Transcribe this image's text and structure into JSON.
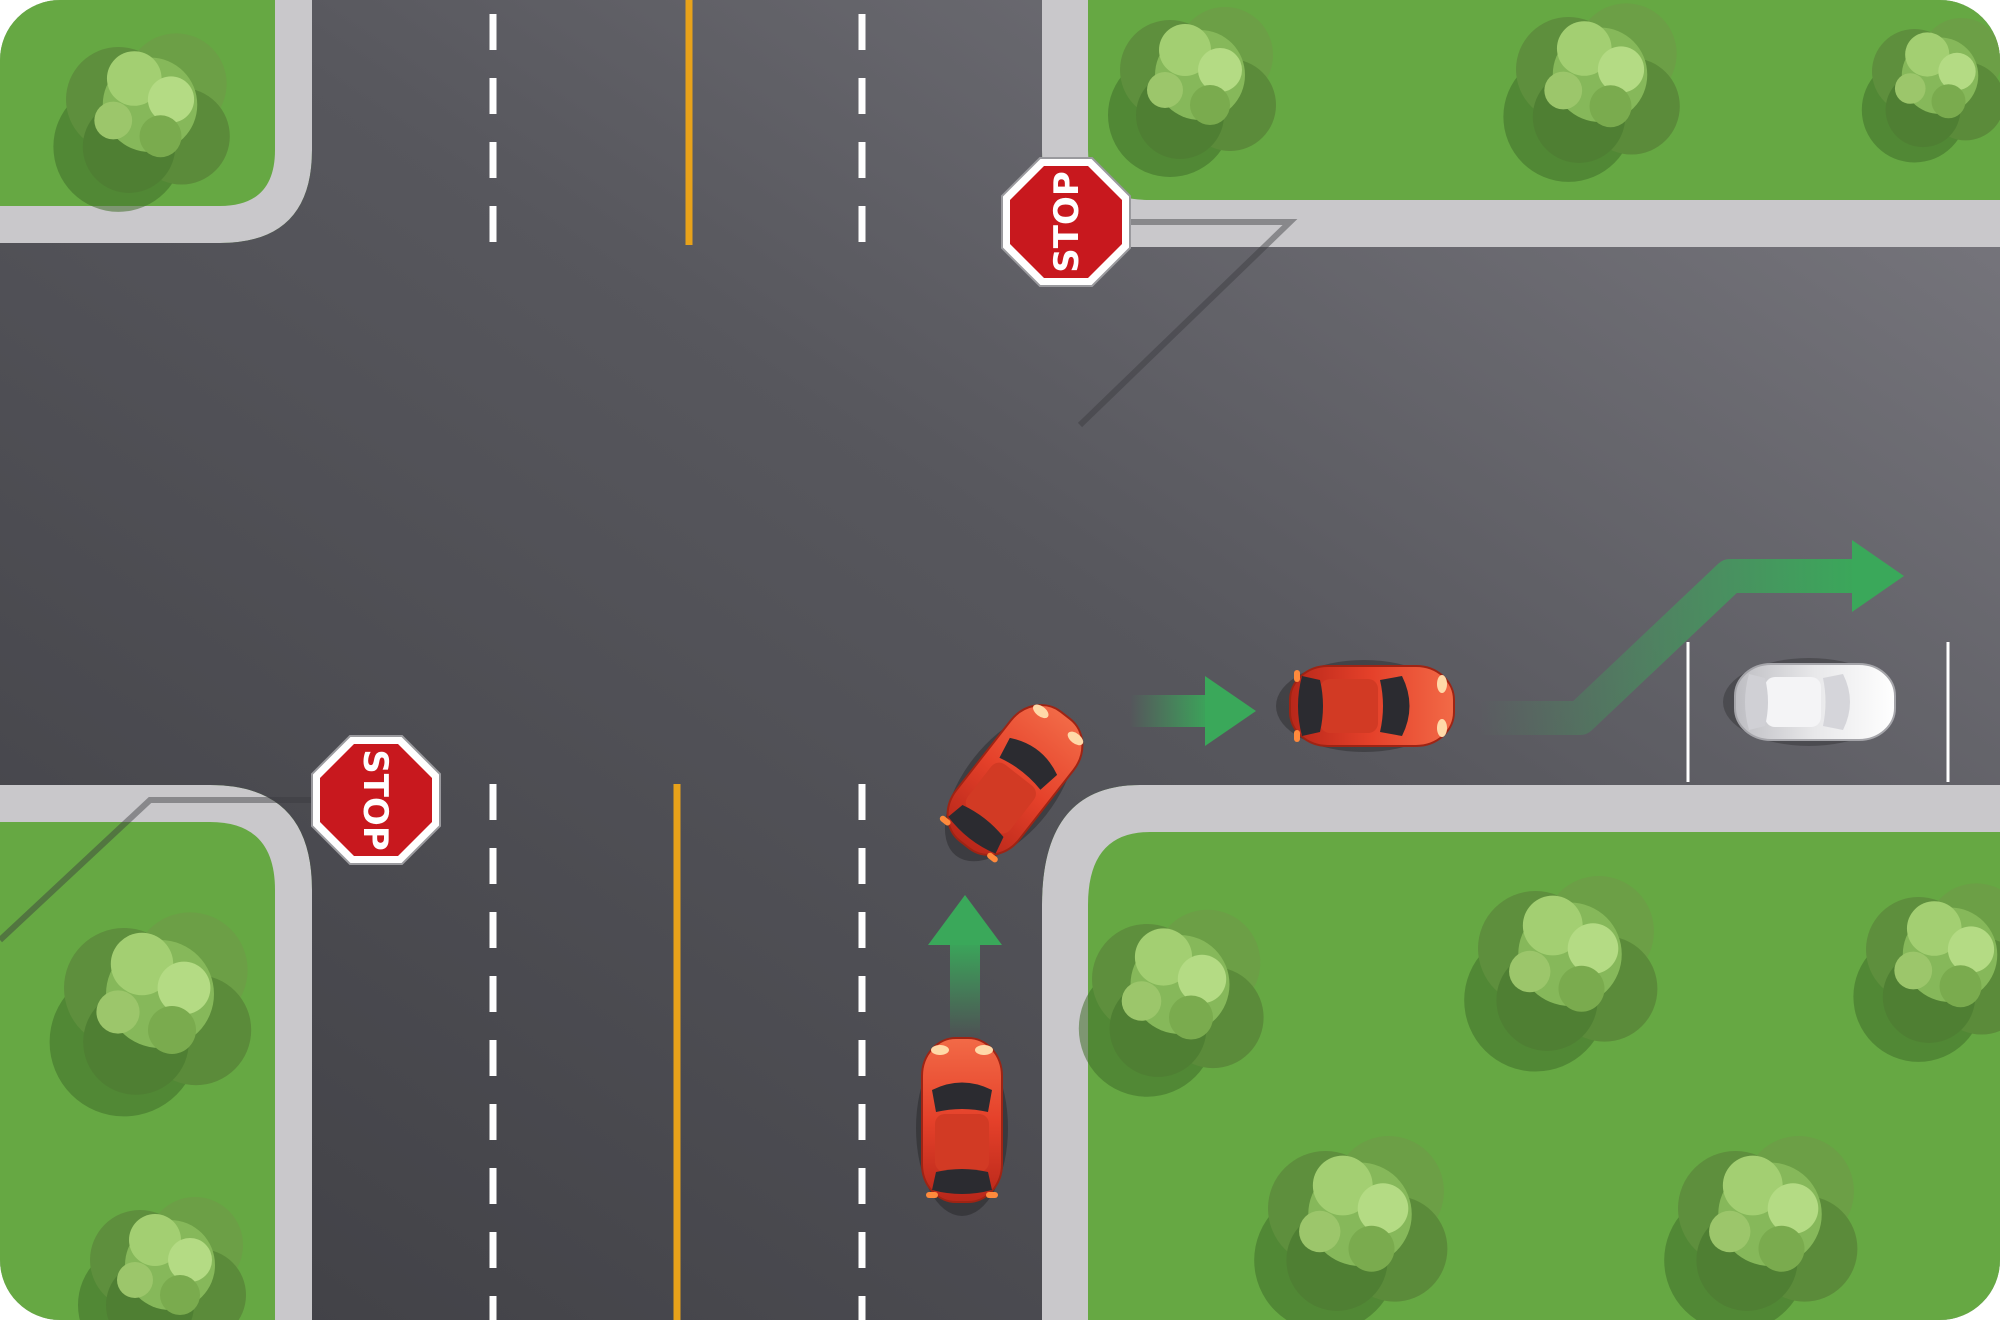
{
  "scene": {
    "kind": "right-turn-at-intersection",
    "colors": {
      "grass": "#5f9e3e",
      "asphalt": "#5c5c62",
      "curb": "#c8c7ca",
      "center_line": "#e8a21a",
      "lane_dash": "#ffffff",
      "car": "#e5412a",
      "parked_car": "#e6e6e6",
      "arrow": "#3aa85a",
      "stop_sign": "#c8181e"
    }
  },
  "signs": {
    "top_right": {
      "text": "STOP"
    },
    "bottom_left": {
      "text": "STOP"
    }
  },
  "vehicles": {
    "car_start": {
      "icon": "red-car-icon",
      "state": "waiting"
    },
    "car_turning": {
      "icon": "red-car-icon",
      "state": "turning-right"
    },
    "car_straight": {
      "icon": "red-car-icon",
      "state": "driving-east"
    },
    "parked_car": {
      "icon": "white-car-icon",
      "state": "parked"
    }
  },
  "arrows": [
    {
      "icon": "arrow-up-icon",
      "direction": "north"
    },
    {
      "icon": "arrow-right-icon",
      "direction": "east"
    },
    {
      "icon": "arrow-lane-change-icon",
      "direction": "east-then-left"
    }
  ]
}
